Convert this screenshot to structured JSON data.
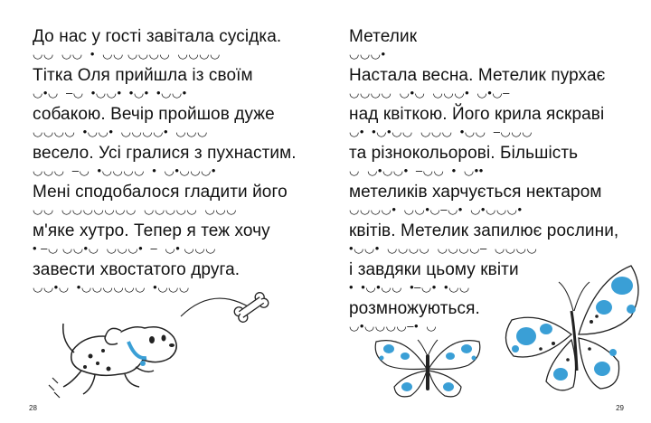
{
  "left_page": {
    "lines": [
      {
        "text": "До нас у гості завітала сусідка.",
        "marks": "◡◡  ◡◡  •  ◡◡ ◡◡◡◡  ◡◡◡◡"
      },
      {
        "text": "Тітка Оля прийшла із своїм",
        "marks": "◡•◡  –◡  •◡◡•  •◡•  •◡◡•"
      },
      {
        "text": "собакою. Вечір пройшов дуже",
        "marks": "◡◡◡◡  •◡◡•  ◡◡◡◡•  ◡◡◡"
      },
      {
        "text": "весело. Усі гралися з пухнастим.",
        "marks": "◡◡◡  –◡  •◡◡◡◡  •  ◡•◡◡◡•"
      },
      {
        "text": "Мені сподобалося гладити його",
        "marks": "◡◡  ◡◡◡◡◡◡◡  ◡◡◡◡◡  ◡◡◡"
      },
      {
        "text": "м'яке хутро. Тепер я теж хочу",
        "marks": "• –◡ ◡◡•◡  ◡◡◡•  –  ◡• ◡◡◡"
      },
      {
        "text": "завести хвостатого друга.",
        "marks": "◡◡•◡  •◡◡◡◡◡◡  •◡◡◡"
      }
    ],
    "page_number": "28"
  },
  "right_page": {
    "lines": [
      {
        "text": "Метелик",
        "marks": "◡◡◡•"
      },
      {
        "text": "Настала весна. Метелик пурхає",
        "marks": "◡◡◡◡  ◡•◡  ◡◡◡•  ◡•◡–"
      },
      {
        "text": "над квіткою. Його крила яскраві",
        "marks": "◡•  •◡•◡◡  ◡◡◡  •◡◡  –◡◡◡"
      },
      {
        "text": "та різнокольорові. Більшість",
        "marks": "◡  ◡•◡◡•  –◡◡  •  ◡••"
      },
      {
        "text": "метеликів харчується нектаром",
        "marks": "◡◡◡◡•  ◡◡•◡–◡•  ◡•◡◡◡•"
      },
      {
        "text": "квітів. Метелик запилює рослини,",
        "marks": "•◡◡•  ◡◡◡◡  ◡◡◡◡–  ◡◡◡◡"
      },
      {
        "text": "і завдяки цьому квіти",
        "marks": "•  •◡•◡◡  •–◡•  •◡◡"
      },
      {
        "text": "розмножуються.",
        "marks": "◡•◡◡◡◡–•  ◡"
      }
    ],
    "page_number": "29"
  },
  "colors": {
    "accent_blue": "#3a9fd6",
    "ink": "#111111"
  },
  "icons": [
    "dog-illustration",
    "bone-icon",
    "small-butterfly",
    "large-butterfly"
  ]
}
